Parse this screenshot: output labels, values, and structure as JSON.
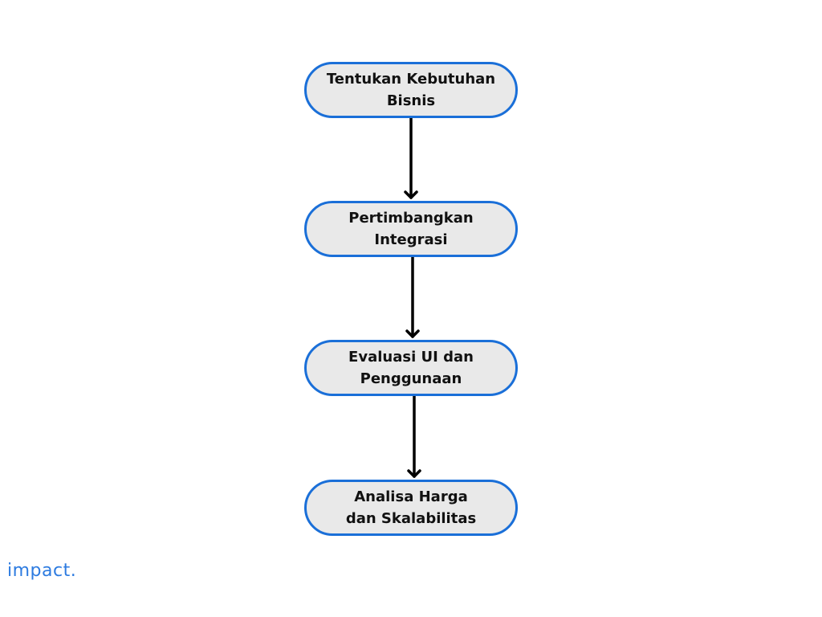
{
  "flowchart": {
    "steps": [
      {
        "label": "Tentukan Kebutuhan\nBisnis"
      },
      {
        "label": "Pertimbangkan\nIntegrasi"
      },
      {
        "label": "Evaluasi UI dan\nPenggunaan"
      },
      {
        "label": "Analisa Harga\ndan Skalabilitas"
      }
    ],
    "colors": {
      "node_border": "#1a6fd8",
      "node_fill": "#e9e9e9",
      "arrow": "#000000"
    }
  },
  "brand": {
    "logo_text": "impact.",
    "color": "#2d7be0"
  }
}
